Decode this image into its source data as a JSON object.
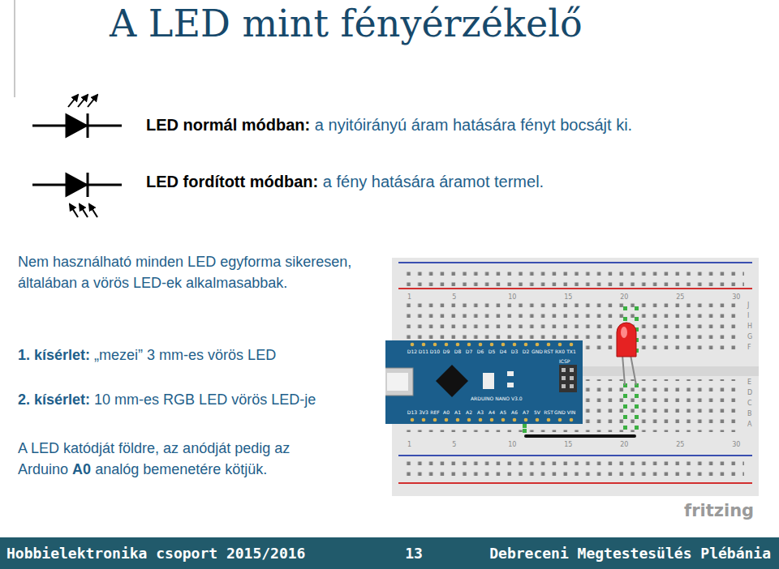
{
  "diagram": {
    "title": "A LED mint fényérzékelő",
    "nodes": [
      {
        "text": [
          "1",
          "5",
          "10",
          "15",
          "20",
          "25",
          "30",
          "1",
          "5",
          "10",
          "15",
          "20",
          "25",
          "30",
          "J",
          "I",
          "H",
          "G",
          "F",
          "E",
          "D",
          "C",
          "B",
          "A"
        ]
      },
      {
        "text": [
          "D12",
          "D11",
          "D10",
          "D9",
          "D8",
          "D7",
          "D6",
          "D5",
          "D4",
          "D3",
          "D2",
          "GND",
          "RST",
          "RX0",
          "TX1",
          "D13",
          "3V3",
          "REF",
          "A0",
          "A1",
          "A2",
          "A3",
          "A4",
          "A5",
          "A6",
          "A7",
          "5V",
          "RST",
          "GND",
          "VIN",
          "ARDUINO NANO V3.0",
          "ICSP"
        ],
        "in": 0
      },
      {
        "text": [
          "Hobbielektronika csoport 2015/2016",
          "13",
          "Debreceni Megtestesülés Plébánia"
        ]
      }
    ],
    "labels": [
      "LED normál módban:",
      "a nyitóirányú áram hatására fényt bocsájt ki.",
      "LED fordított módban:",
      "a fény hatására áramot termel.",
      "Nem használható minden LED egyforma sikeresen, általában a vörös LED-ek alkalmasabbak.",
      "1. kísérlet:",
      "„mezei” 3 mm-es vörös LED",
      "2. kísérlet:",
      "10 mm-es RGB LED vörös LED-je",
      "A LED katódját földre, az anódját pedig az Arduino",
      "A0",
      "analóg bemenetére kötjük.",
      "fritzing"
    ]
  }
}
